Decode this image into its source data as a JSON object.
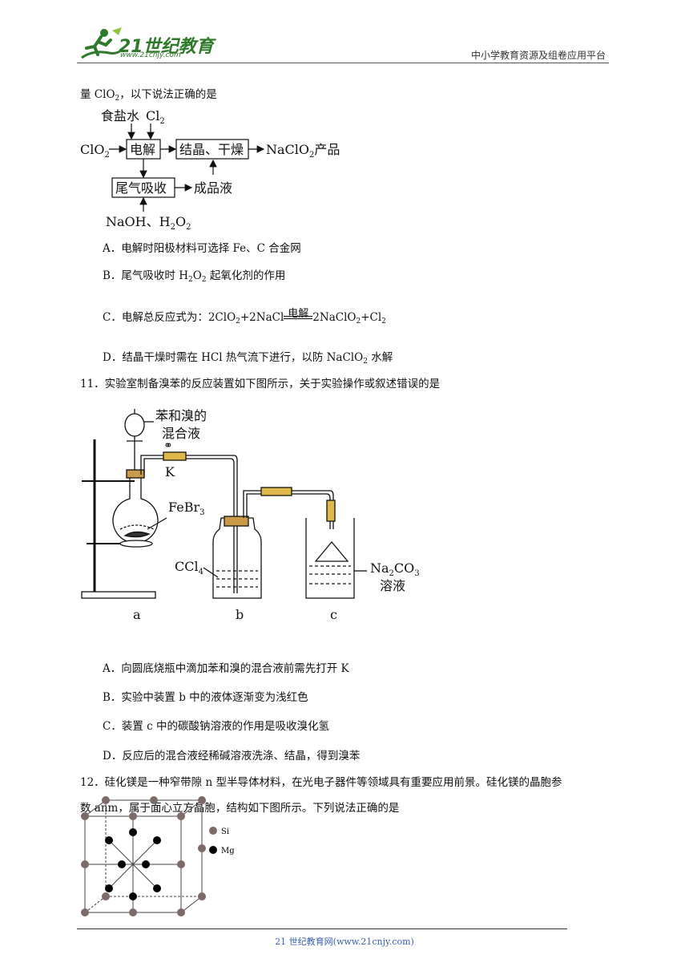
{
  "header": {
    "logo_text": "21世纪教育",
    "logo_sub": "www.21cnjy.com",
    "platform": "中小学教育资源及组卷应用平台"
  },
  "q10": {
    "stem_tail": "量 ClO",
    "stem_tail2": "，以下说法正确的是",
    "flow": {
      "in_top1": "食盐水",
      "in_top2": "Cl",
      "in_left": "ClO",
      "box1": "电解",
      "box2": "结晶、干燥",
      "product": "NaClO",
      "product_tail": "产品",
      "box3": "尾气吸收",
      "liquid": "成品液",
      "in_bottom": "NaOH、H",
      "in_bottom_o": "O"
    },
    "options": {
      "A": "A．电解时阳极材料可选择 Fe、C 合金网",
      "B1": "B．尾气吸收时 H",
      "B2": "O",
      "B3": " 起氧化剂的作用",
      "C1": "C．电解总反应式为：2ClO",
      "C2": "+2NaCl",
      "C_cond": "电解",
      "C3": "2NaClO",
      "C4": "+Cl",
      "D1": "D．结晶干燥时需在 HCl 热气流下进行，以防 NaClO",
      "D2": " 水解"
    }
  },
  "q11": {
    "stem": "11．实验室制备溴苯的反应装置如下图所示，关于实验操作或叙述错误的是",
    "fig": {
      "label_mix1": "苯和溴的",
      "label_mix2": "混合液",
      "label_k": "K",
      "label_febr": "FeBr",
      "label_ccl": "CCl",
      "label_na1": "Na",
      "label_na2": "CO",
      "label_na3": "溶液",
      "a": "a",
      "b": "b",
      "c": "c"
    },
    "options": {
      "A": "A．向圆底烧瓶中滴加苯和溴的混合液前需先打开 K",
      "B": "B．实验中装置 b 中的液体逐渐变为浅红色",
      "C": "C．装置 c 中的碳酸钠溶液的作用是吸收溴化氢",
      "D": "D．反应后的混合液经稀碱溶液洗涤、结晶，得到溴苯"
    }
  },
  "q12": {
    "stem1": "12．硅化镁是一种窄带隙 n 型半导体材料，在光电子器件等领域具有重要应用前景。硅化镁的晶胞参",
    "stem2": "数 anm，属于面心立方晶胞，结构如下图所示。下列说法正确的是",
    "legend_si": "Si",
    "legend_mg": "Mg",
    "colors": {
      "si": "#7b6a66",
      "mg": "#000000"
    }
  },
  "footer": {
    "text": "21 世纪教育网(www.21cnjy.com)"
  }
}
